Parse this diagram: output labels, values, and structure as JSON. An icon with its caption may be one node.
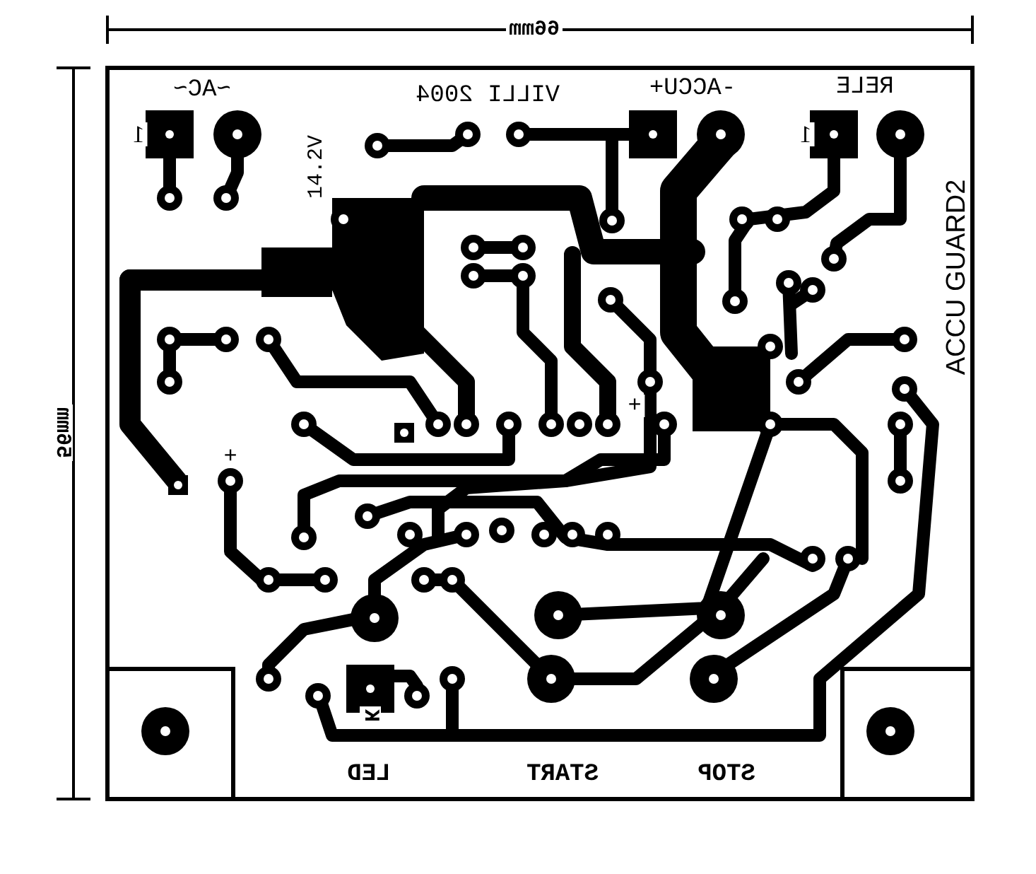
{
  "diagram": {
    "labels": [
      "66mm",
      "56mm",
      "~AC~",
      "1",
      "VILLI 2004",
      "-ACCU+",
      "RELE",
      "1",
      "14.2V",
      "ACCU GUARD2",
      "+",
      "+",
      "K",
      "LED",
      "START",
      "STOP"
    ]
  }
}
